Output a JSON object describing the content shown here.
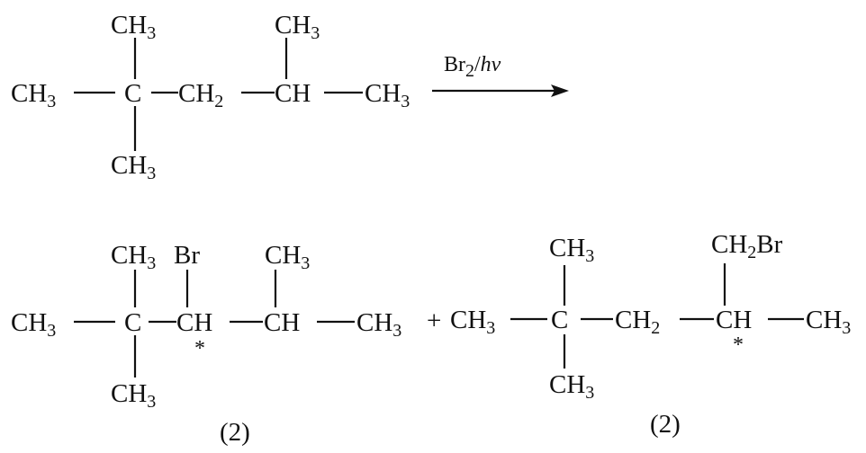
{
  "reactant": {
    "ch3_top": "CH3",
    "ch3_left": "CH3",
    "c_center": "C",
    "ch2": "CH2",
    "ch": "CH",
    "ch3_right": "CH3",
    "ch3_bottom": "CH3",
    "ch3_branch": "CH3"
  },
  "reagent": {
    "br2": "Br2",
    "hv": "hv"
  },
  "product1": {
    "ch3_top": "CH3",
    "br": "Br",
    "ch3_branch": "CH3",
    "ch3_left": "CH3",
    "c_center": "C",
    "ch_br": "CH",
    "star": "*",
    "ch": "CH",
    "ch3_right": "CH3",
    "ch3_bottom": "CH3",
    "label": "(2)"
  },
  "plus": "+",
  "product2": {
    "ch3_top": "CH3",
    "ch2br": "CH2Br",
    "ch3_left": "CH3",
    "c_center": "C",
    "ch2": "CH2",
    "ch": "CH",
    "star": "*",
    "ch3_right": "CH3",
    "ch3_bottom": "CH3",
    "label": "(2)"
  }
}
